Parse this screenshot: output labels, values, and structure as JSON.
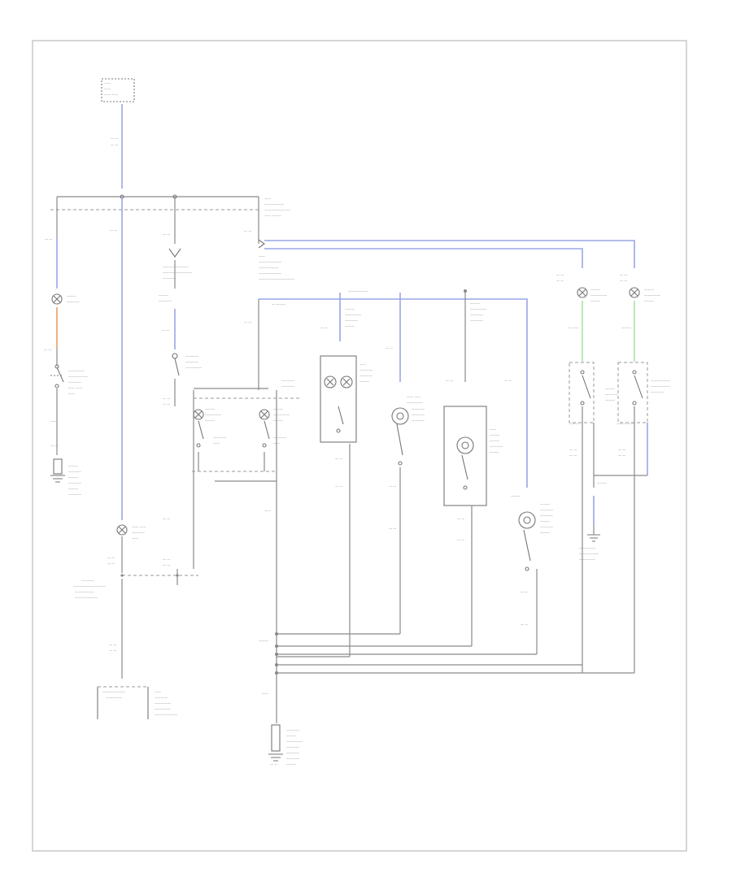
{
  "diagram": {
    "footer_code": "",
    "colors": {
      "wire": "#8a8a8a",
      "blue_wire": "#9aa6e6",
      "green_wire": "#a6e6a6",
      "orange_wire": "#f0b080",
      "frame": "#bbbbbb"
    },
    "components": [
      {
        "id": "fuse-top",
        "icon": "fuse-icon"
      },
      {
        "id": "splice-top",
        "icon": "splice-icon"
      },
      {
        "id": "left-door-switch",
        "icon": "switch-icon"
      },
      {
        "id": "left-lamp",
        "icon": "lamp-icon"
      },
      {
        "id": "courtesy-lamp-left",
        "icon": "lamp-icon"
      },
      {
        "id": "courtesy-lamp-mid",
        "icon": "lamp-icon"
      },
      {
        "id": "dome-lamp",
        "icon": "lamp-icon"
      },
      {
        "id": "map-lamp-left",
        "icon": "lamp-icon"
      },
      {
        "id": "map-lamp-right",
        "icon": "lamp-icon"
      },
      {
        "id": "cargo-lamp",
        "icon": "lamp-icon"
      },
      {
        "id": "right-door-switch-a",
        "icon": "switch-icon"
      },
      {
        "id": "right-door-switch-b",
        "icon": "switch-icon"
      },
      {
        "id": "ground-junction",
        "icon": "ground-icon"
      },
      {
        "id": "ground-main",
        "icon": "ground-icon"
      },
      {
        "id": "body-control-module",
        "icon": "module-icon"
      }
    ]
  }
}
